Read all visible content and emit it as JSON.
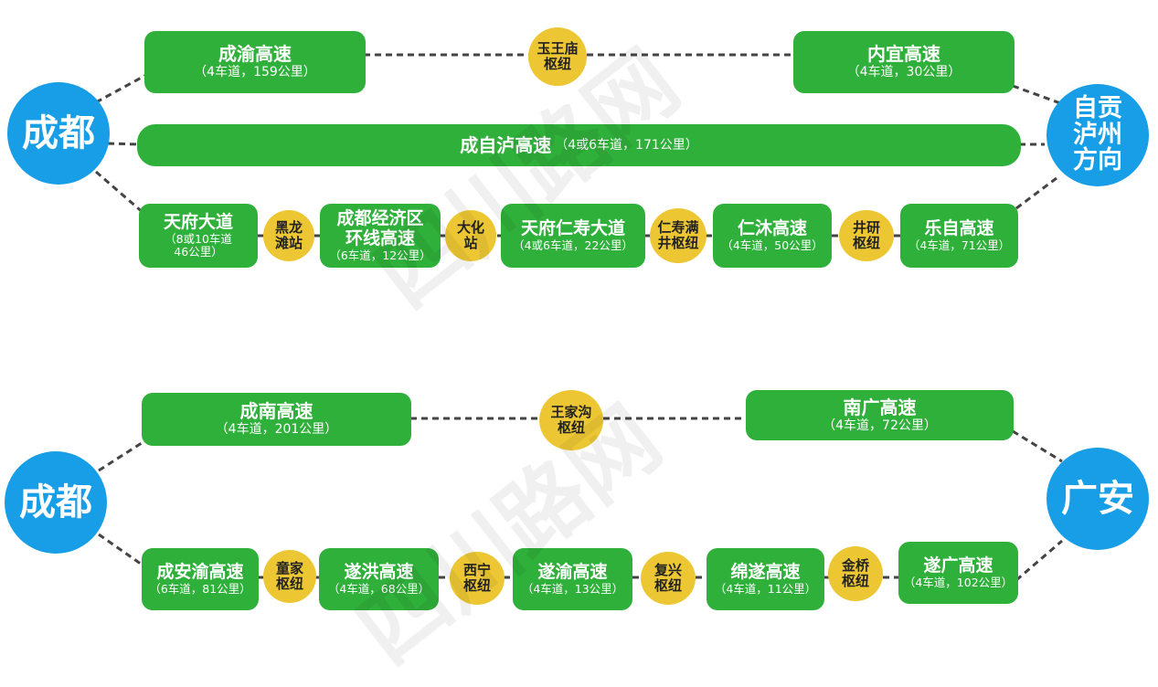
{
  "diagram1": {
    "city_left": "成都",
    "city_right": [
      "自贡",
      "泸州",
      "方向"
    ],
    "top_left": {
      "name": "成渝高速",
      "detail": "（4车道，159公里）"
    },
    "top_junction": [
      "玉王庙",
      "枢纽"
    ],
    "top_right": {
      "name": "内宜高速",
      "detail": "（4车道，30公里）"
    },
    "middle": {
      "name": "成自泸高速",
      "detail": "（4或6车道，171公里）"
    },
    "bottom": {
      "b1": {
        "name": "天府大道",
        "detail1": "（8或10车道",
        "detail2": "46公里）"
      },
      "j1": [
        "黑龙",
        "滩站"
      ],
      "b2": {
        "name1": "成都经济区",
        "name2": "环线高速",
        "detail": "（6车道，12公里）"
      },
      "j2": [
        "大化",
        "站"
      ],
      "b3": {
        "name": "天府仁寿大道",
        "detail": "（4或6车道，22公里）"
      },
      "j3": [
        "仁寿满",
        "井枢纽"
      ],
      "b4": {
        "name": "仁沐高速",
        "detail": "（4车道，50公里）"
      },
      "j4": [
        "井研",
        "枢纽"
      ],
      "b5": {
        "name": "乐自高速",
        "detail": "（4车道，71公里）"
      }
    }
  },
  "diagram2": {
    "city_left": "成都",
    "city_right": "广安",
    "top_left": {
      "name": "成南高速",
      "detail": "（4车道，201公里）"
    },
    "top_junction": [
      "王家沟",
      "枢纽"
    ],
    "top_right": {
      "name": "南广高速",
      "detail": "（4车道，72公里）"
    },
    "bottom": {
      "b1": {
        "name": "成安渝高速",
        "detail": "（6车道，81公里）"
      },
      "j1": [
        "童家",
        "枢纽"
      ],
      "b2": {
        "name": "遂洪高速",
        "detail": "（4车道，68公里）"
      },
      "j2": [
        "西宁",
        "枢纽"
      ],
      "b3": {
        "name": "遂渝高速",
        "detail": "（4车道，13公里）"
      },
      "j3": [
        "复兴",
        "枢纽"
      ],
      "b4": {
        "name": "绵遂高速",
        "detail": "（4车道，11公里）"
      },
      "j4": [
        "金桥",
        "枢纽"
      ],
      "b5": {
        "name": "遂广高速",
        "detail": "（4车道，102公里）"
      }
    }
  },
  "watermark": "四川路网",
  "colors": {
    "road": "#2fb03a",
    "junction": "#ecc733",
    "city": "#189ee6",
    "dash": "#444444"
  }
}
